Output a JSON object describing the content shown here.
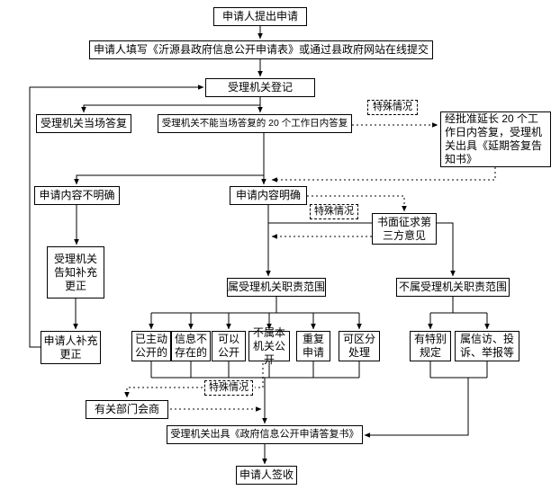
{
  "nodes": {
    "submit": "申请人提出申请",
    "fill_form": "申请人填写《沂源县政府信息公开申请表》或通过县政府网站在线提交",
    "register": "受理机关登记",
    "onspot_reply": "受理机关当场答复",
    "delayed_reply": "受理机关不能当场答复的 20 个工作日内答复",
    "special_case_1": "特殊情况",
    "extension": "经批准延长 20 个工作日内答复，受理机关出具《延期答复告知书》",
    "content_unclear": "申请内容不明确",
    "content_clear": "申请内容明确",
    "special_case_2": "特殊情况",
    "third_party": "书面征求第三方意见",
    "notify_supplement": "受理机关告知补充更正",
    "in_scope": "属受理机关职责范围",
    "out_of_scope": "不属受理机关职责范围",
    "applicant_supplement": "申请人补充更正",
    "already_public": "已主动公开的",
    "info_not_exist": "信息不存在的",
    "can_disclose": "可以公开",
    "not_this_org": "不属本机关公开",
    "repeat_application": "重复申请",
    "separable": "可区分处理",
    "special_rules": "有特别规定",
    "petition": "属信访、投诉、举报等",
    "consultation": "有关部门会商",
    "special_case_3": "特殊情况",
    "reply_document": "受理机关出具《政府信息公开申请答复书》",
    "sign_receipt": "申请人签收"
  },
  "colors": {
    "line": "#000000",
    "box_border": "#000000",
    "background": "#ffffff"
  }
}
